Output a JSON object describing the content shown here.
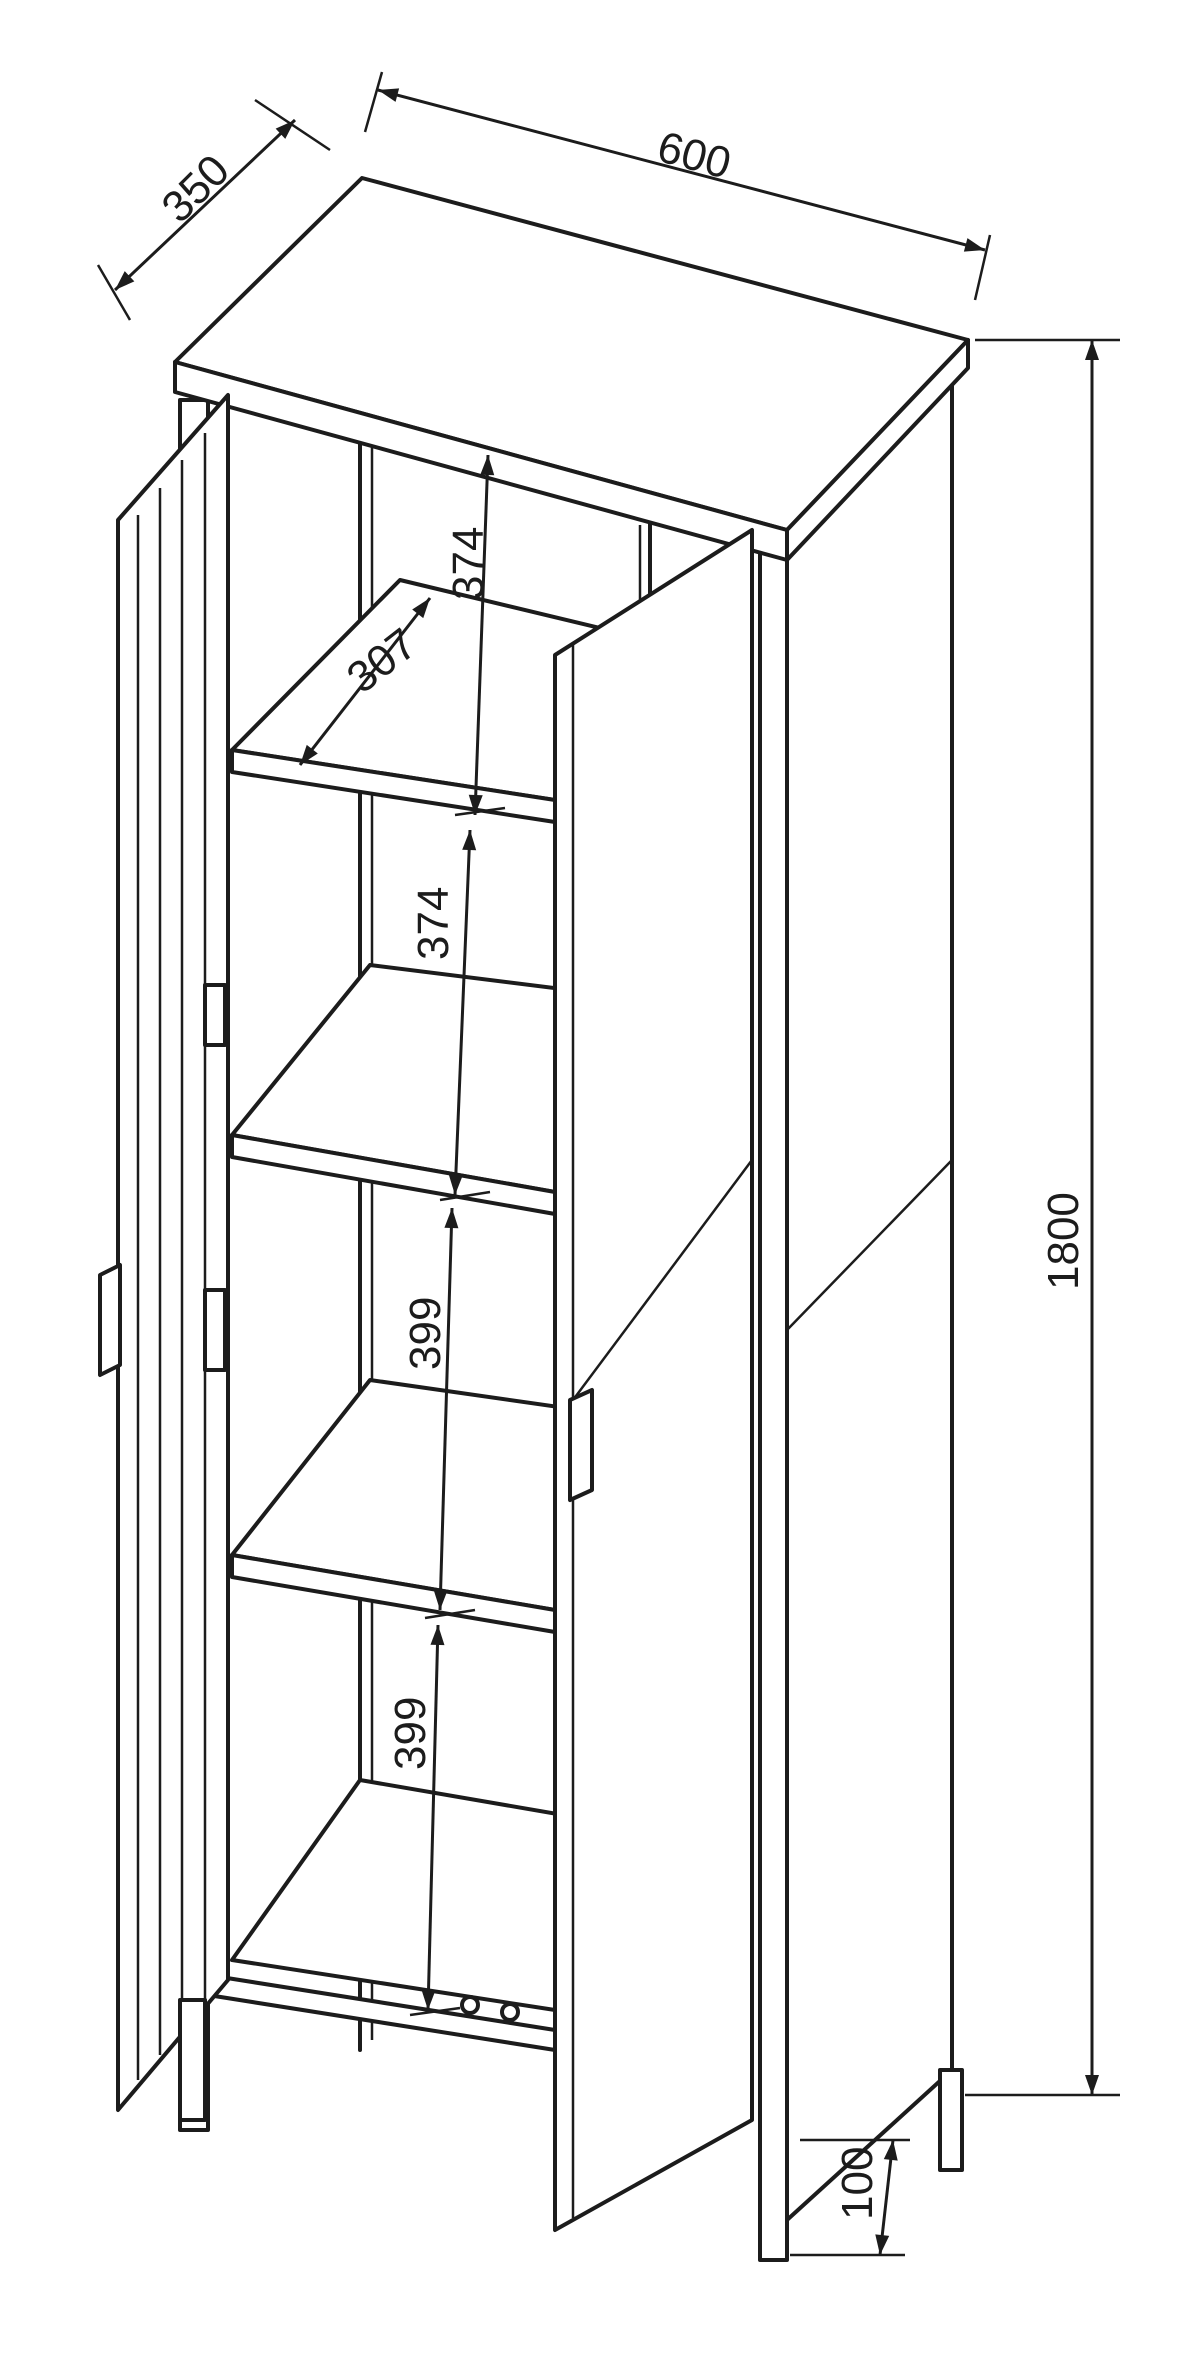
{
  "dimensions": {
    "depth": "350",
    "width": "600",
    "height": "1800",
    "shelf_depth": "307",
    "shelf_gap_1": "374",
    "shelf_gap_2": "374",
    "shelf_gap_3": "399",
    "shelf_gap_4": "399",
    "leg_height": "100"
  },
  "colors": {
    "line": "#1c1c1c",
    "background": "#ffffff"
  }
}
